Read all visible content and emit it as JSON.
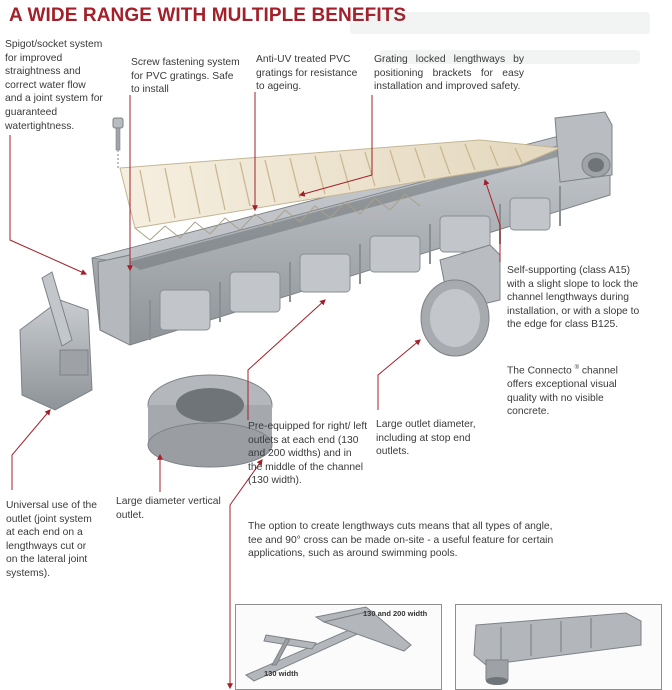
{
  "title": "A WIDE RANGE WITH MULTIPLE BENEFITS",
  "callouts": {
    "spigot": "Spigot/socket system for improved straightness and correct water flow and a joint system for guaranteed watertightness.",
    "screw": "Screw fastening system for PVC gratings. Safe to install",
    "antiuv": "Anti-UV treated PVC gratings for resistance to ageing.",
    "grating_locked": "Grating locked lengthways by positioning brackets for easy installation and improved safety.",
    "self_supporting": "Self-supporting (class A15) with a slight slope to lock the channel lengthways during installation, or with a slope to the edge for class B125.",
    "connecto_pre": "The Connecto",
    "connecto_mark": "®",
    "connecto_post": "channel offers exceptional visual quality with no visible concrete.",
    "large_outlet": "Large outlet diameter, including at stop end outlets.",
    "pre_equipped": "Pre-equipped for right/ left outlets at each end (130 and 200 widths) and in the middle of the channel (130 width).",
    "vertical_outlet": "Large diameter vertical outlet.",
    "universal": "Universal use of the outlet (joint system at each end on a lengthways cut or on the lateral joint systems).",
    "lengthways_cuts": "The option to create lengthways cuts means that all types of angle, tee and 90° cross can be made on-site - a useful feature for certain applications, such as around swimming pools."
  },
  "inset_labels": {
    "width_130_200": "130 and 200 width",
    "width_130": "130 width"
  },
  "colors": {
    "title": "#a3202a",
    "arrow": "#a3202a",
    "channel": "#a7abb0",
    "grating": "#efe6d2"
  }
}
